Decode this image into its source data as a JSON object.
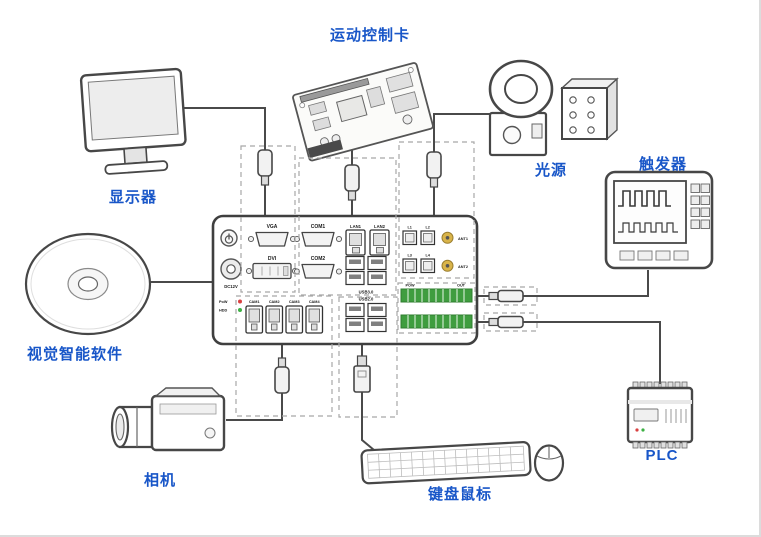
{
  "labels": {
    "motion_card": "运动控制卡",
    "monitor": "显示器",
    "light": "光源",
    "trigger": "触发器",
    "software": "视觉智能软件",
    "camera": "相机",
    "keyboard_mouse": "键盘鼠标",
    "plc": "PLC"
  },
  "controller": {
    "power_label": "DC12V",
    "leds": {
      "pow": "PoW",
      "hdd": "HDD"
    },
    "ports": {
      "vga": "VGA",
      "com1": "COM1",
      "lan1": "LAN1",
      "lan2": "LAN2",
      "dvi": "DVI",
      "com2": "COM2",
      "usb3": "USB3.0",
      "usb2": "USB2.0",
      "cam1": "CAM1",
      "cam2": "CAM2",
      "cam3": "CAM3",
      "cam4": "CAM4",
      "l1": "L1",
      "l2": "L2",
      "l3": "L3",
      "l4": "L4",
      "ant1": "ANT1",
      "ant2": "ANT2",
      "pow": "POW",
      "out": "OUT"
    }
  },
  "colors": {
    "label_blue": "#1856c8",
    "outline": "#474747",
    "dashed": "#a8a8a8",
    "led_red": "#d94040",
    "led_green": "#3cb043",
    "antenna_gold": "#d9b44a",
    "terminal_green": "#3f9d3f"
  }
}
